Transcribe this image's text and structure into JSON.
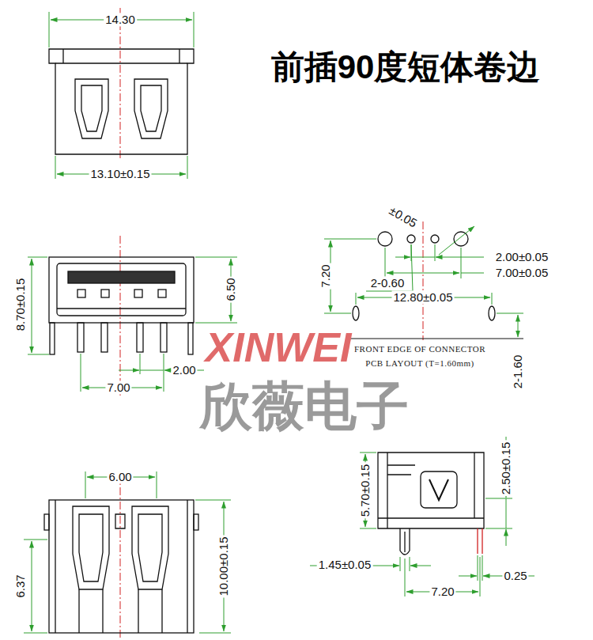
{
  "diagram": {
    "title": "前插90度短体卷边",
    "labels": [
      "14.30",
      "13.10±0.15",
      "8.70±0.15",
      "6.50",
      "2.00",
      "7.00",
      "±0.05",
      "7.20",
      "2.00±0.05",
      "7.00±0.05",
      "2-0.60",
      "12.80±0.05",
      "FRONT EDGE OF CONNECTOR",
      "PCB LAYOUT (T=1.60mm)",
      "2-1.60",
      "XINWEI",
      "欣薇电子",
      "6.00",
      "6.37",
      "10.00±0.15",
      "5.70±0.15",
      "2.50±0.15",
      "1.45±0.05",
      "0.25",
      "7.20"
    ]
  }
}
